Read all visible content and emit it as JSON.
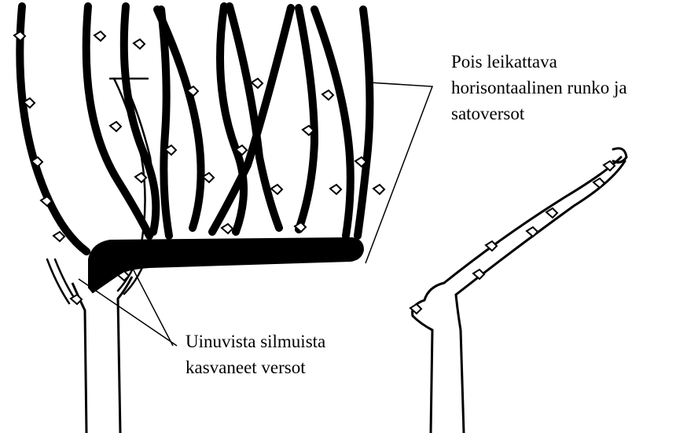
{
  "labels": {
    "top_right": {
      "lines": [
        "Pois leikattava",
        "horisontaalinen runko ja",
        "satoversot"
      ]
    },
    "bottom": {
      "lines": [
        "Uinuvista silmuista",
        "kasvaneet versot"
      ]
    }
  },
  "colors": {
    "ink": "#000000",
    "background": "#ffffff"
  }
}
